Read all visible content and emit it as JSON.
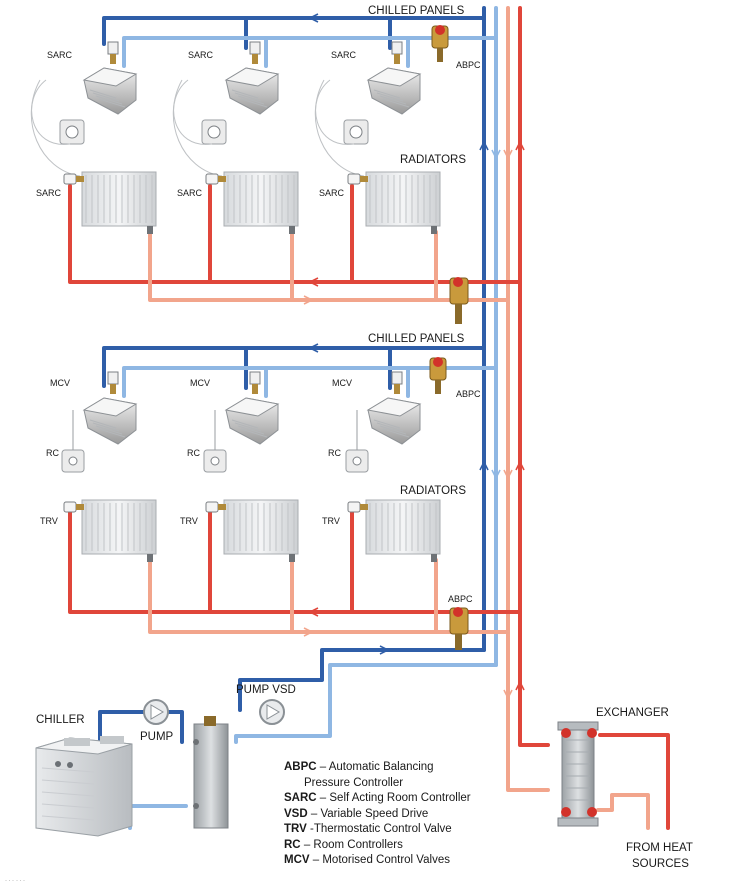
{
  "labels": {
    "chilled_panels_top": "CHILLED PANELS",
    "chilled_panels_mid": "CHILLED PANELS",
    "radiators_top": "RADIATORS",
    "radiators_bottom": "RADIATORS",
    "abpc_1": "ABPC",
    "abpc_2": "ABPC",
    "abpc_3": "ABPC",
    "sarc_panel": [
      "SARC",
      "SARC",
      "SARC"
    ],
    "sarc_radiator": [
      "SARC",
      "SARC",
      "SARC"
    ],
    "mcv": [
      "MCV",
      "MCV",
      "MCV"
    ],
    "rc": [
      "RC",
      "RC",
      "RC"
    ],
    "trv": [
      "TRV",
      "TRV",
      "TRV"
    ],
    "chiller": "CHILLER",
    "pump": "PUMP",
    "pump_vsd": "PUMP VSD",
    "exchanger": "EXCHANGER",
    "from_heat_line1": "FROM HEAT",
    "from_heat_line2": "SOURCES"
  },
  "legend": [
    {
      "abbr": "ABPC",
      "text": " – Automatic Balancing"
    },
    {
      "abbr": "",
      "text": "Pressure Controller"
    },
    {
      "abbr": "SARC",
      "text": " – Self Acting Room Controller"
    },
    {
      "abbr": "VSD",
      "text": " – Variable Speed Drive"
    },
    {
      "abbr": "TRV",
      "text": " -Thermostatic Control Valve"
    },
    {
      "abbr": "RC",
      "text": " – Room Controllers"
    },
    {
      "abbr": "MCV",
      "text": " – Motorised Control Valves"
    }
  ],
  "caption_clipped": "……",
  "colors": {
    "chilled_flow": "#2f5ea8",
    "chilled_return": "#8fb7e3",
    "heat_flow": "#e0463a",
    "heat_return": "#f2a58c"
  }
}
